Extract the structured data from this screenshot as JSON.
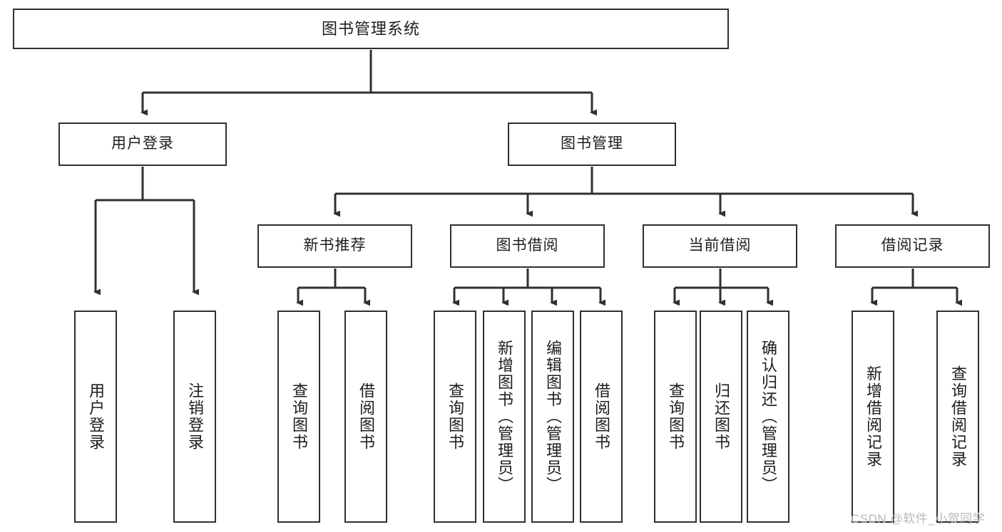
{
  "diagram": {
    "title": "图书管理系统",
    "type": "tree",
    "background_color": "#ffffff",
    "line_color": "#31302f",
    "box_border_color": "#31302f",
    "box_fill_color": "#ffffff",
    "text_color": "#1d1d1b"
  },
  "root": {
    "label": "图书管理系统"
  },
  "level1": [
    {
      "label": "用户登录"
    },
    {
      "label": "图书管理"
    }
  ],
  "level2": [
    {
      "label": "新书推荐"
    },
    {
      "label": "图书借阅"
    },
    {
      "label": "当前借阅"
    },
    {
      "label": "借阅记录"
    }
  ],
  "leaves": {
    "user_login": [
      {
        "label": "用户登录"
      },
      {
        "label": "注销登录"
      }
    ],
    "new_book": [
      {
        "label": "查询图书"
      },
      {
        "label": "借阅图书"
      }
    ],
    "book_borrow": [
      {
        "label": "查询图书"
      },
      {
        "label": "新增图书（管理员）"
      },
      {
        "label": "编辑图书（管理员）"
      },
      {
        "label": "借阅图书"
      }
    ],
    "current_borrow": [
      {
        "label": "查询图书"
      },
      {
        "label": "归还图书"
      },
      {
        "label": "确认归还（管理员）"
      }
    ],
    "borrow_record": [
      {
        "label": "新增借阅记录"
      },
      {
        "label": "查询借阅记录"
      }
    ]
  },
  "watermark": {
    "text": "CSDN @软件_小贺同学"
  }
}
